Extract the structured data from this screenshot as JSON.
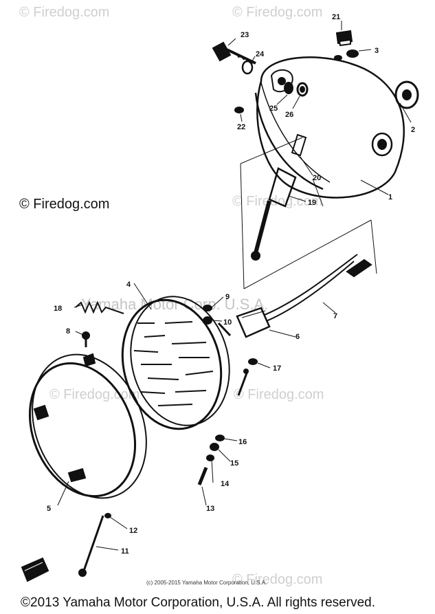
{
  "watermark": "© Firedog.com",
  "watermark_brand": "Yamaha Motor Corp. U.S.A.",
  "small_copyright": "(c) 2005-2015 Yamaha Motor Corporation, U.S.A.",
  "footer": "©2013 Yamaha Motor Corporation, U.S.A. All rights reserved.",
  "callouts": [
    "1",
    "2",
    "3",
    "4",
    "5",
    "6",
    "7",
    "8",
    "9",
    "10",
    "11",
    "12",
    "13",
    "14",
    "15",
    "16",
    "17",
    "18",
    "19",
    "20",
    "21",
    "22",
    "23",
    "24",
    "25",
    "26"
  ]
}
